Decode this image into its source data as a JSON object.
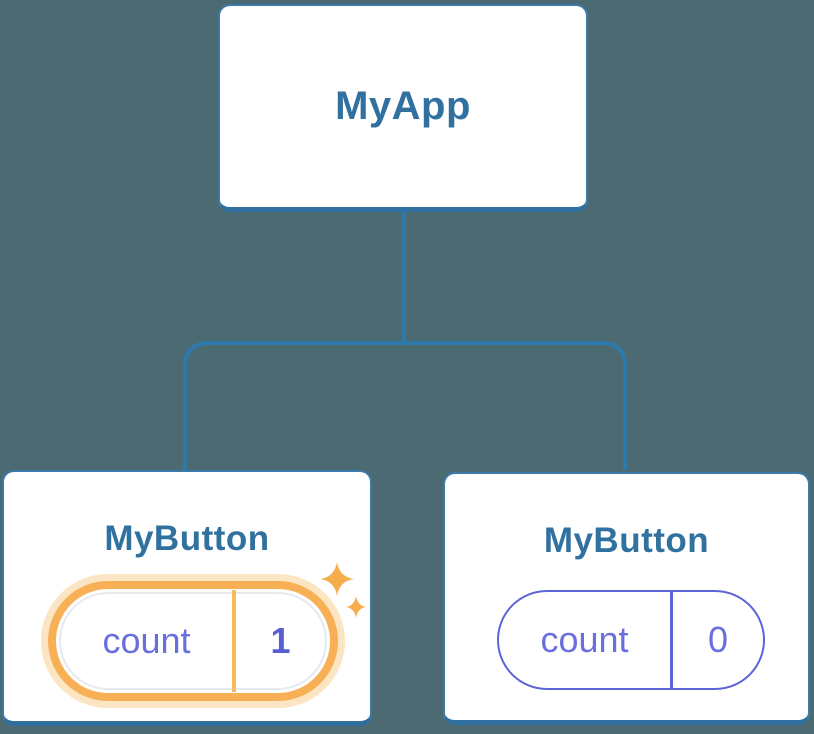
{
  "diagram": {
    "root": {
      "label": "MyApp"
    },
    "children": [
      {
        "label": "MyButton",
        "state": {
          "key": "count",
          "value": "1",
          "highlighted": true,
          "icon": "sparkles-icon"
        }
      },
      {
        "label": "MyButton",
        "state": {
          "key": "count",
          "value": "0",
          "highlighted": false
        }
      }
    ],
    "colors": {
      "background": "#4c6a72",
      "connector_blue": "#2e79ab",
      "node_border": "#3b7aa9",
      "node_title_text": "#31719f",
      "state_purple": "#6a6fdf",
      "highlight_orange": "#f8b056",
      "highlight_glow": "#fbe5c2"
    }
  }
}
